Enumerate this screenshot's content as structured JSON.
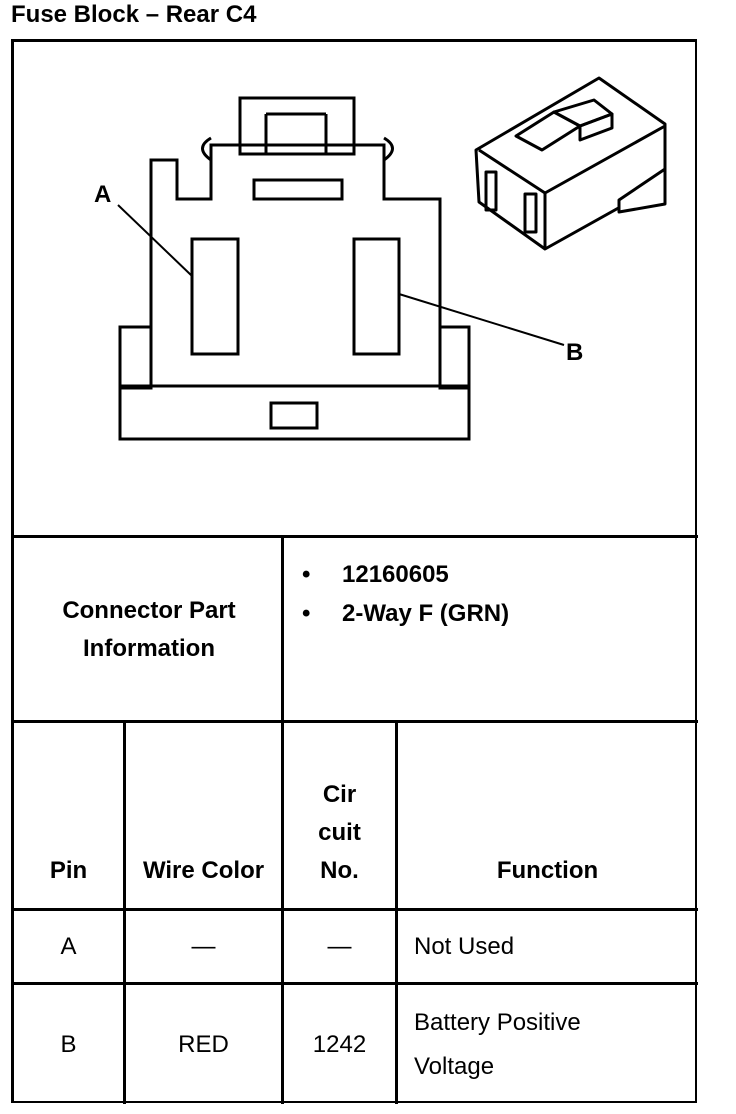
{
  "title": "Fuse Block – Rear C4",
  "diagram": {
    "callout_a": "A",
    "callout_b": "B"
  },
  "connector_info": {
    "label": "Connector Part Information",
    "items": [
      "12160605",
      "2-Way F (GRN)"
    ]
  },
  "table": {
    "headers": {
      "pin": "Pin",
      "wire_color": "Wire Color",
      "circuit_no": "Cir cuit No.",
      "function": "Function"
    },
    "rows": [
      {
        "pin": "A",
        "wire_color": "—",
        "circuit_no": "—",
        "function": "Not Used"
      },
      {
        "pin": "B",
        "wire_color": "RED",
        "circuit_no": "1242",
        "function": "Battery Positive Voltage"
      }
    ]
  }
}
